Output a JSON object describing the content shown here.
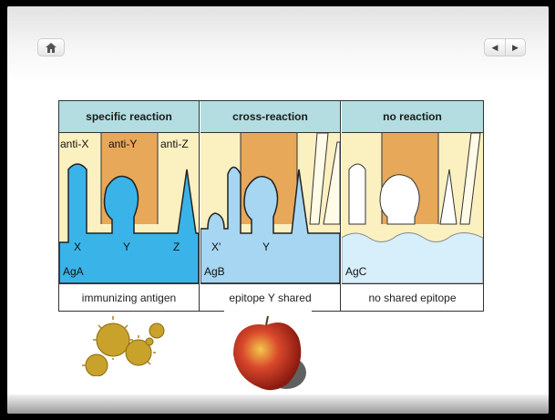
{
  "toolbar": {
    "home_icon": "home-icon",
    "prev_icon": "◀",
    "next_icon": "▶"
  },
  "figure": {
    "panels": [
      {
        "header": "specific reaction",
        "antibodies": [
          "anti-X",
          "anti-Y",
          "anti-Z"
        ],
        "epitopes": [
          "X",
          "Y",
          "Z"
        ],
        "antigen": "AgA",
        "caption": "immunizing antigen"
      },
      {
        "header": "cross-reaction",
        "epitopes": [
          "X'",
          "Y"
        ],
        "antigen": "AgB",
        "caption": "epitope Y shared"
      },
      {
        "header": "no reaction",
        "antigen": "AgC",
        "caption": "no shared epitope"
      }
    ]
  },
  "colors": {
    "antibody_orange": "#e8a85a",
    "antibody_pale": "#fbf0c0",
    "antigen_blue_strong": "#3ab4e8",
    "antigen_blue_mid": "#a6d6f2",
    "antigen_blue_pale": "#d7eefb",
    "header_teal": "#b3dde0"
  }
}
